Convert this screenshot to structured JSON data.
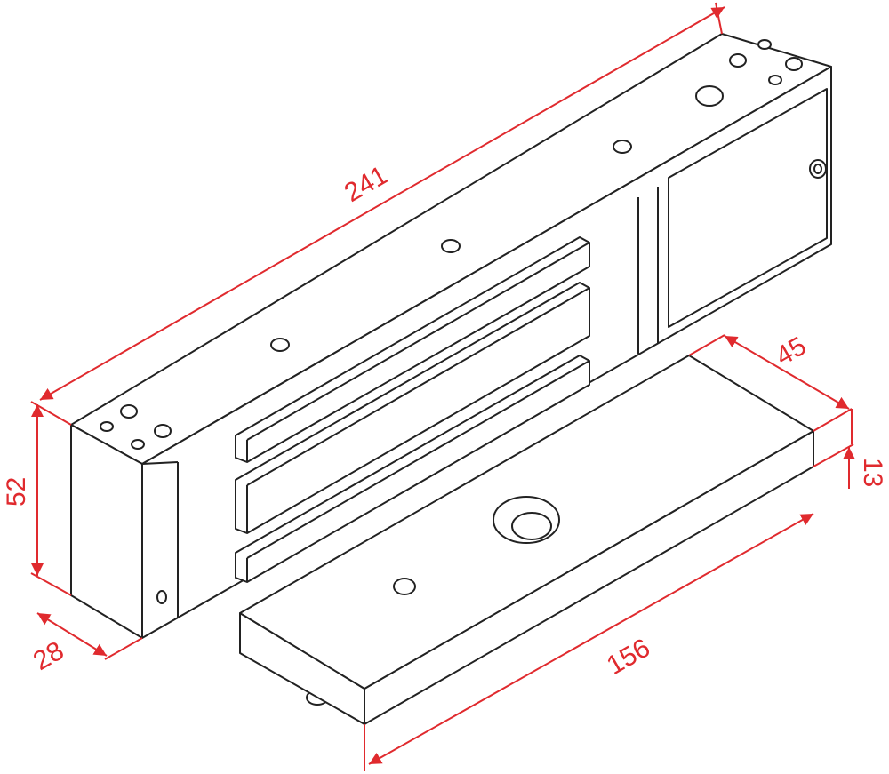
{
  "title": "Electromagnetic lock dimension drawing",
  "dimensions": {
    "length": "241",
    "height": "52",
    "depth": "28",
    "plate_width": "45",
    "plate_thickness": "13",
    "plate_length": "156"
  },
  "colors": {
    "dimension": "#e02a2e",
    "outline": "#222222"
  }
}
